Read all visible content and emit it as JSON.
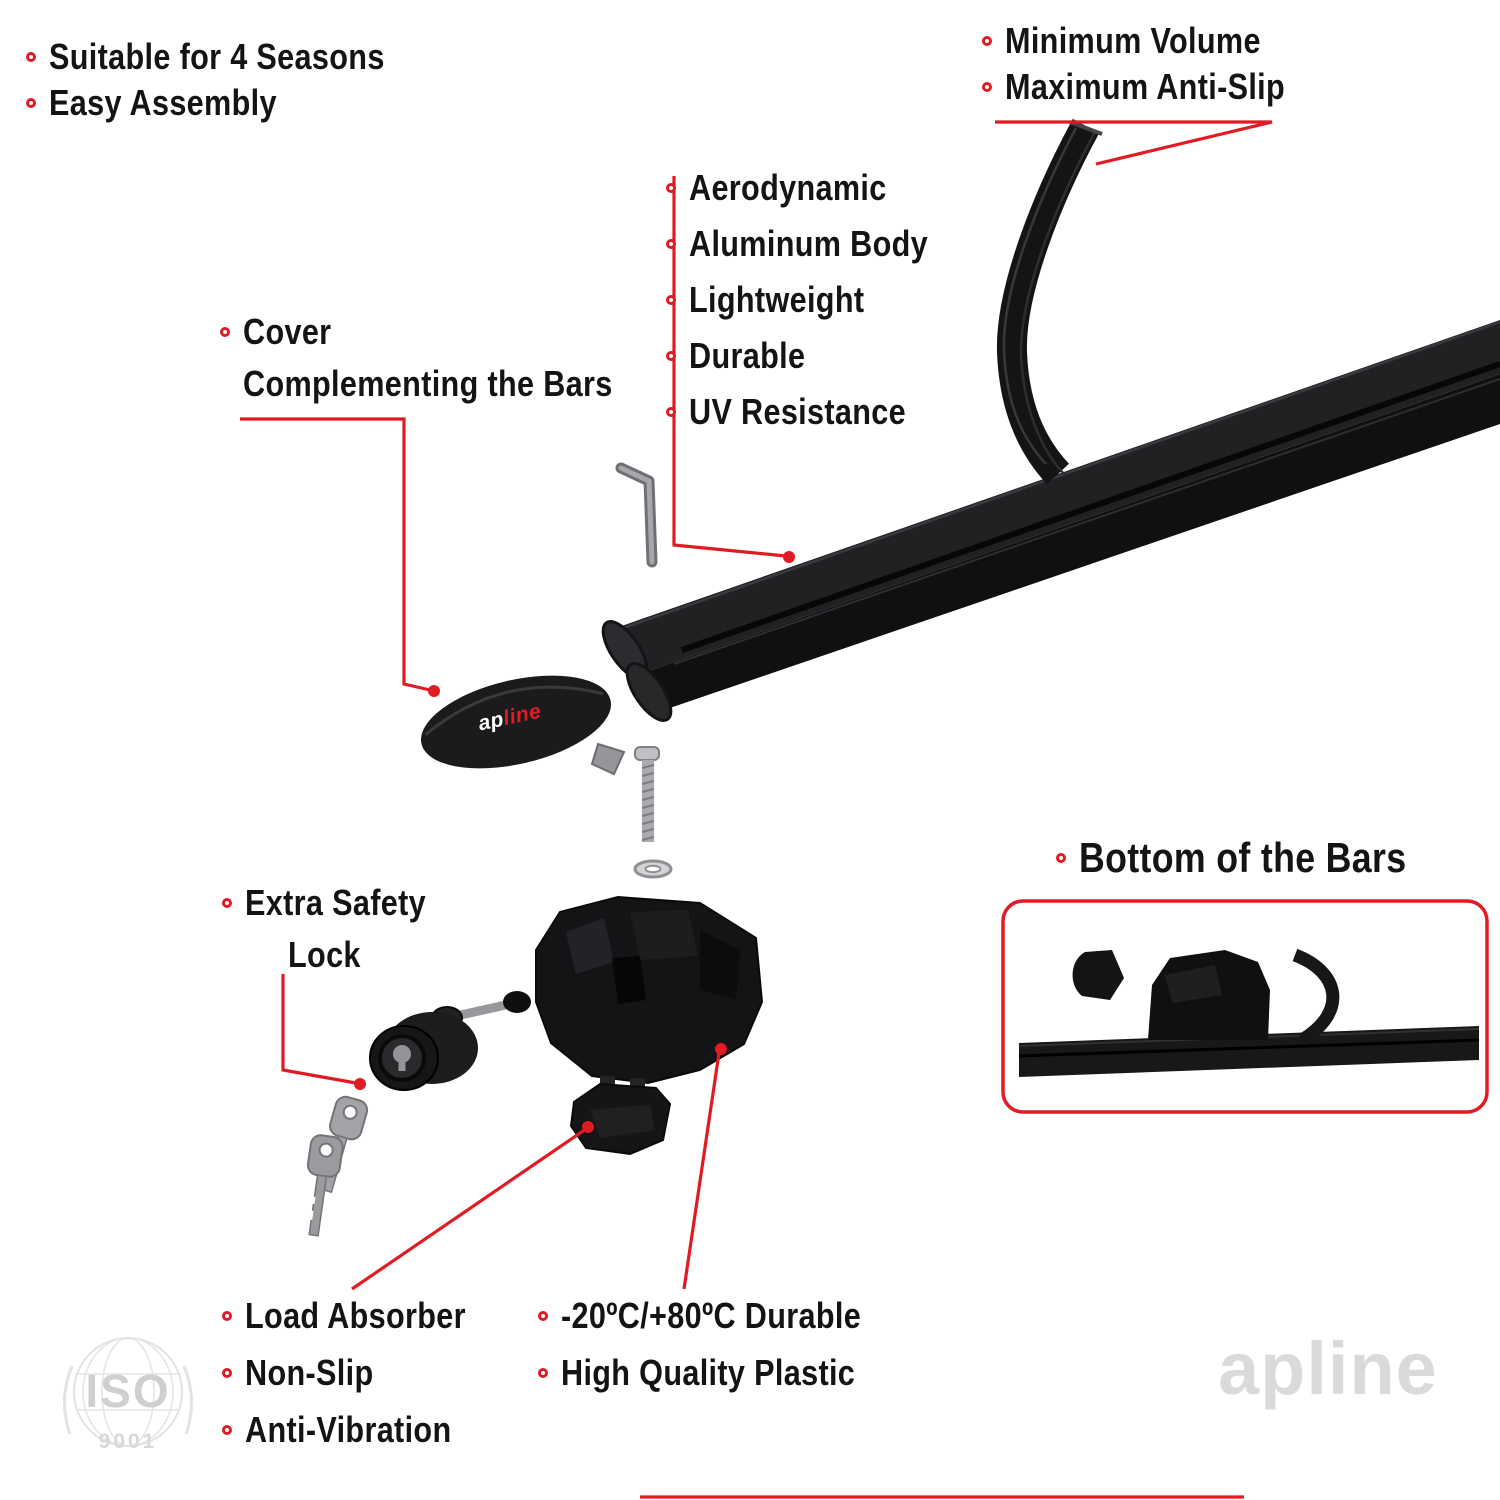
{
  "accent_color": "#e01b24",
  "top_left_features": {
    "items": [
      "Suitable for 4 Seasons",
      "Easy Assembly"
    ]
  },
  "top_right_features": {
    "items": [
      "Minimum Volume",
      "Maximum Anti-Slip"
    ]
  },
  "bar_features": {
    "items": [
      "Aerodynamic",
      "Aluminum Body",
      "Lightweight",
      "Durable",
      "UV Resistance"
    ]
  },
  "cover_label": {
    "line1": "Cover",
    "line2": "Complementing the Bars"
  },
  "lock_label": {
    "line1": "Extra Safety",
    "line2": "Lock"
  },
  "bottom_of_bars_label": "Bottom of the Bars",
  "bottom_left_features": {
    "items": [
      "Load Absorber",
      "Non-Slip",
      "Anti-Vibration"
    ]
  },
  "bottom_center_features": {
    "items": [
      "-20ºC/+80ºC Durable",
      "High Quality Plastic"
    ]
  },
  "cover_logo": {
    "prefix": "ap",
    "suffix": "line"
  },
  "iso_badge": {
    "title": "ISO",
    "subtitle": "9001"
  },
  "watermark": "apline"
}
